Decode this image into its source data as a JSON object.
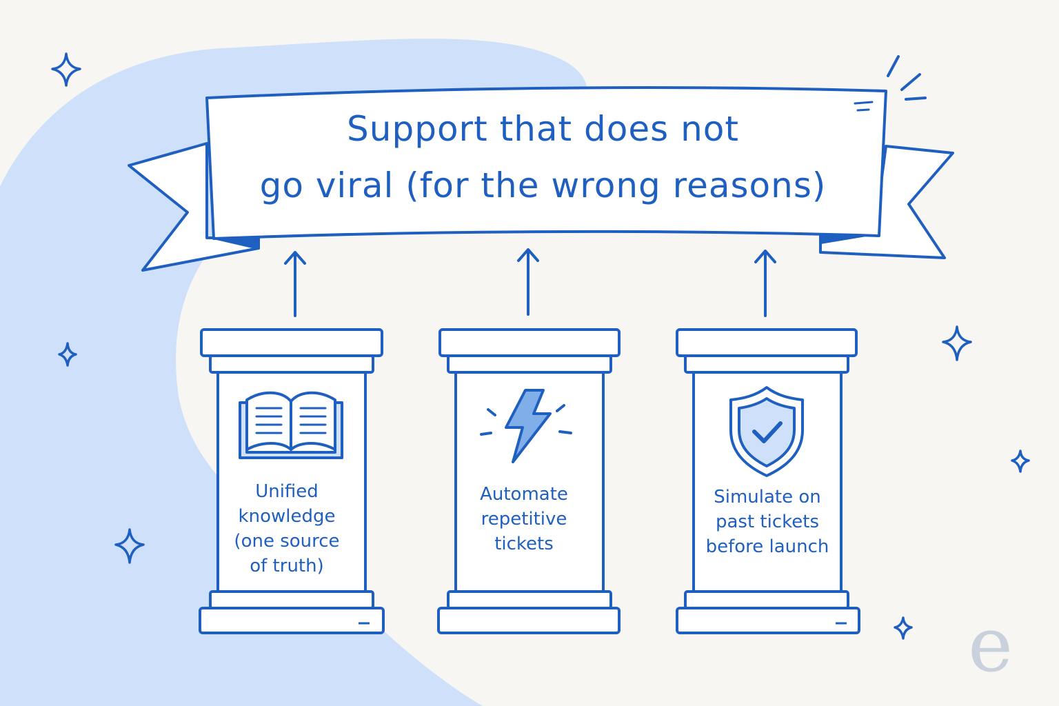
{
  "banner": {
    "title_line1": "Support that does not",
    "title_line2": "go viral (for the wrong reasons)"
  },
  "pillars": [
    {
      "icon": "open-book-icon",
      "lines": [
        "Unified",
        "knowledge",
        "(one source",
        "of truth)"
      ]
    },
    {
      "icon": "lightning-bolt-icon",
      "lines": [
        "Automate",
        "repetitive",
        "tickets"
      ]
    },
    {
      "icon": "shield-check-icon",
      "lines": [
        "Simulate on",
        "past tickets",
        "before launch"
      ]
    }
  ],
  "logo": {
    "mark": "e"
  },
  "colors": {
    "stroke": "#1f5fc0",
    "blob": "#cfe1fa",
    "fill": "#ffffff",
    "background": "#f7f6f2",
    "logo": "#c9d1dd"
  }
}
